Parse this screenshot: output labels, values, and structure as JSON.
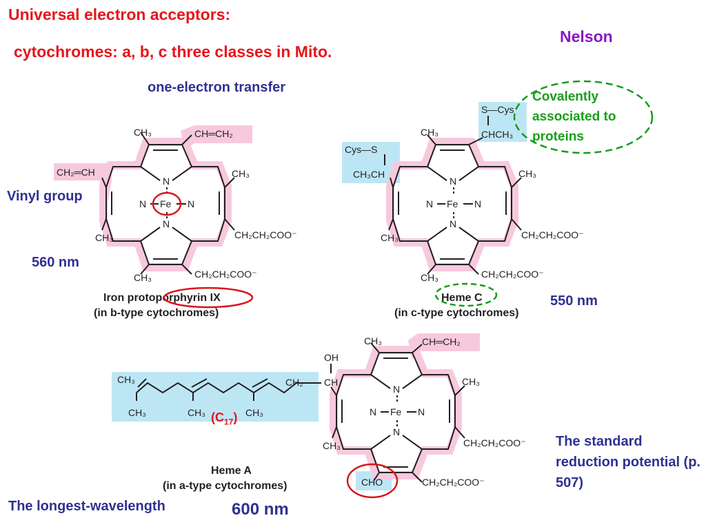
{
  "header": {
    "title_line1": "Universal electron acceptors:",
    "title_line2": "cytochromes: a, b, c three classes in Mito.",
    "author": "Nelson",
    "subtitle": "one-electron transfer"
  },
  "annotations": {
    "covalent": "Covalently associated to proteins",
    "vinyl": "Vinyl group",
    "wavelength_b": "560 nm",
    "wavelength_c": "550 nm",
    "wavelength_a": "600 nm",
    "longest": "The longest-wavelength",
    "reduction": "The standard reduction potential (p. 507)",
    "c17_main": "(C",
    "c17_sub": "17",
    "c17_close": ")"
  },
  "structures": {
    "heme_b": {
      "caption_line1": "Iron protoporphyrin IX",
      "caption_line2": "(in b-type cytochromes)",
      "groups": {
        "vinyl_top": "CH═CH₂",
        "vinyl_left": "CH₂═CH",
        "methyl": "CH₃",
        "propionate": "CH₂CH₂COO⁻",
        "iron": "Fe",
        "nitrogen": "N"
      }
    },
    "heme_c": {
      "caption_line1": "Heme C",
      "caption_line2": "(in c-type cytochromes)",
      "groups": {
        "cys_top_1": "S—Cys",
        "cys_top_2": "CHCH₃",
        "cys_left_1": "Cys—S",
        "cys_left_2": "CH₃CH",
        "methyl": "CH₃",
        "propionate": "CH₂CH₂COO⁻",
        "iron": "Fe",
        "nitrogen": "N"
      }
    },
    "heme_a": {
      "caption_line1": "Heme A",
      "caption_line2": "(in a-type cytochromes)",
      "groups": {
        "vinyl_top": "CH═CH₂",
        "hydroxyl": "OH",
        "ch": "CH",
        "ch2": "CH₂",
        "methyl": "CH₃",
        "propionate": "CH₂CH₂COO⁻",
        "formyl": "CHO",
        "iron": "Fe",
        "nitrogen": "N"
      }
    }
  },
  "colors": {
    "title": "#e8141b",
    "author": "#8a17c7",
    "annotation": "#2e3192",
    "covalent": "#17a01a",
    "pink_highlight": "#f7c9dd",
    "blue_highlight": "#bde6f5",
    "red_circle": "#d9151b",
    "green_dashes": "#169b1a"
  }
}
